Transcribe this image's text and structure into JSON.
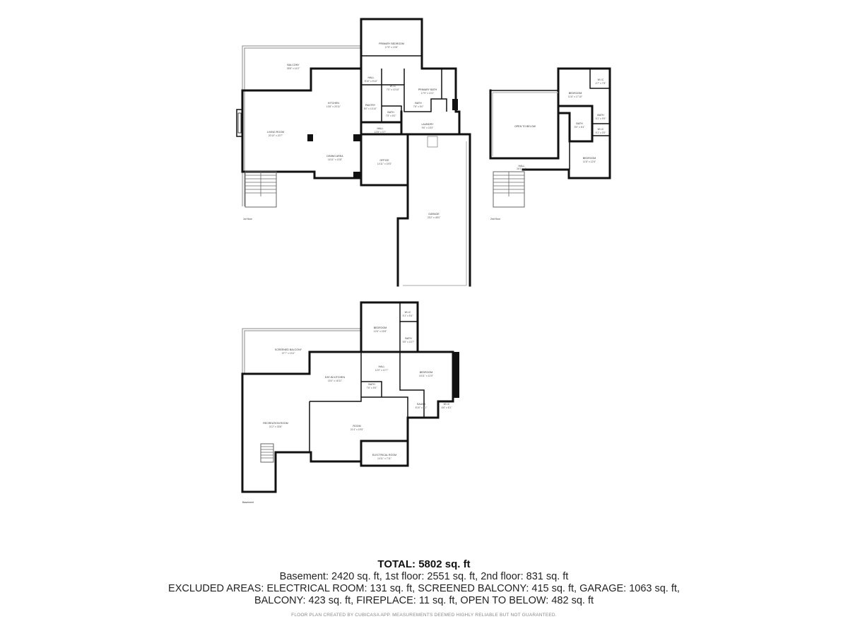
{
  "floor_labels": {
    "first": "1st floor",
    "second": "2nd floor",
    "basement": "Basement"
  },
  "rooms": {
    "primary_bedroom": {
      "name": "PRIMARY BEDROOM",
      "dims": "17'5\" x 13'8\""
    },
    "balcony": {
      "name": "BALCONY",
      "dims": "35'8\" x 14'2\""
    },
    "hall_top": {
      "name": "HALL",
      "dims": "8'10\" x 5'10\""
    },
    "wic_top": {
      "name": "W.I.C",
      "dims": "7'0\" x 10'10\""
    },
    "primary_bath": {
      "name": "PRIMARY BATH",
      "dims": "17'9\" x 13'2\""
    },
    "kitchen": {
      "name": "KITCHEN",
      "dims": "13'8\" x 20'11\""
    },
    "pantry": {
      "name": "PANTRY",
      "dims": "5'0\" x 10'10\""
    },
    "bath_top": {
      "name": "BATH",
      "dims": "7'8\" x 5'0\""
    },
    "bath_small": {
      "name": "BATH",
      "dims": "7'5\" x 5'0\""
    },
    "laundry": {
      "name": "LAUNDRY",
      "dims": "9'6\" x 15'3\""
    },
    "living_room": {
      "name": "LIVING ROOM",
      "dims": "20'10\" x 20'7\""
    },
    "hall_mid": {
      "name": "HALL",
      "dims": "12'8\" x 3'7\""
    },
    "dining_area": {
      "name": "DINING AREA",
      "dims": "16'11\" x 13'8\""
    },
    "office": {
      "name": "OFFICE",
      "dims": "14'11\" x 15'5\""
    },
    "garage": {
      "name": "GARAGE",
      "dims": "23'2\" x 48'0\""
    },
    "open_to_below": {
      "name": "OPEN TO BELOW",
      "dims": ""
    },
    "bedroom_2a": {
      "name": "BEDROOM",
      "dims": "11'6\" x 17'10\""
    },
    "wic_2a": {
      "name": "W.I.C",
      "dims": "4'7\" x 7'8\""
    },
    "bath_2": {
      "name": "BATH",
      "dims": "5'0\" x 8'4\""
    },
    "bath_2b": {
      "name": "BATH",
      "dims": "5'1\" x 9'9\""
    },
    "wic_2b": {
      "name": "W.I.C",
      "dims": "5'1\" x 3'9\""
    },
    "bedroom_2b": {
      "name": "BEDROOM",
      "dims": "11'8\" x 12'6\""
    },
    "hall_2": {
      "name": "HALL",
      "dims": "26'1\" x 4'"
    },
    "bedroom_b1": {
      "name": "BEDROOM",
      "dims": "12'6\" x 15'8\""
    },
    "wic_b1": {
      "name": "W.I.C",
      "dims": "5'1\" x 5'4\""
    },
    "bath_b1": {
      "name": "BATH",
      "dims": "5'5\" x 10'7\""
    },
    "screened_balcony": {
      "name": "SCREENED BALCONY",
      "dims": "37'7\" x 13'4\""
    },
    "hall_b": {
      "name": "HALL",
      "dims": "12'0\" x 12'7\""
    },
    "eat_in_kitchen": {
      "name": "EAT-IN KITCHEN",
      "dims": "15'4\" x 16'11\""
    },
    "bedroom_b2": {
      "name": "BEDROOM",
      "dims": "16'11\" x 12'0\""
    },
    "bath_b2": {
      "name": "BATH",
      "dims": "7'6\" x 5'6\""
    },
    "sauna": {
      "name": "SAUNA",
      "dims": "8'10\" x 8'1\""
    },
    "wic_b2": {
      "name": "W.I.C",
      "dims": "6'6\" x 8'1\""
    },
    "recreation_room": {
      "name": "RECREATION ROOM",
      "dims": "21'2\" x 33'8\""
    },
    "room": {
      "name": "ROOM",
      "dims": "21'4\" x 19'5\""
    },
    "electrical_room": {
      "name": "ELECTRICAL ROOM",
      "dims": "14'11\" x 7'11\""
    }
  },
  "summary": {
    "total": "TOTAL: 5802 sq. ft",
    "line1": "Basement: 2420 sq. ft, 1st floor: 2551 sq. ft, 2nd floor: 831 sq. ft",
    "line2": "EXCLUDED AREAS: ELECTRICAL ROOM: 131 sq. ft, SCREENED BALCONY: 415 sq. ft, GARAGE: 1063 sq. ft,",
    "line3": "BALCONY: 423 sq. ft, FIREPLACE: 11 sq. ft, OPEN TO BELOW: 482 sq. ft",
    "disclaimer": "FLOOR PLAN CREATED BY CUBICASA APP. MEASUREMENTS DEEMED HIGHLY RELIABLE BUT NOT GUARANTEED."
  }
}
